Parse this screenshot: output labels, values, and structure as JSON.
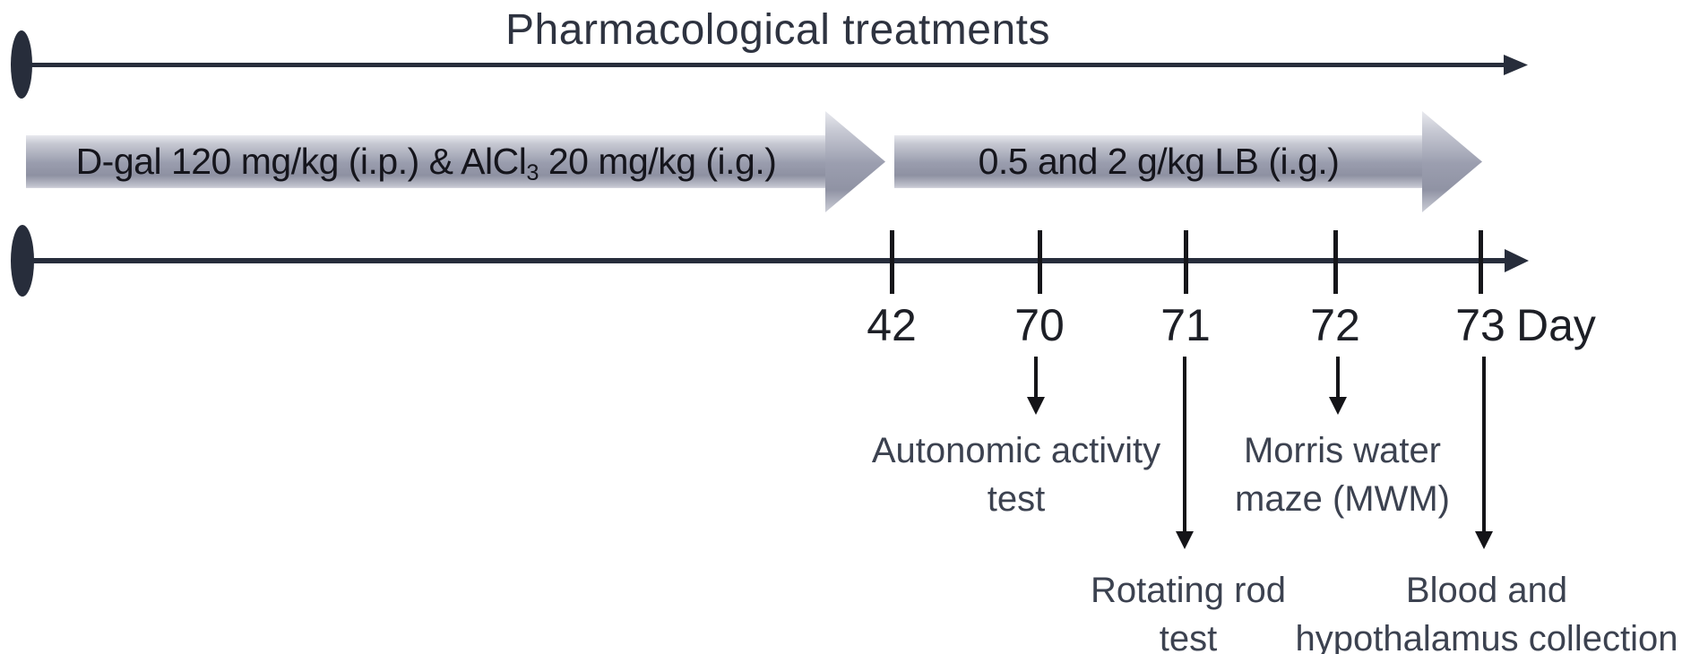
{
  "title": "Pharmacological treatments",
  "colors": {
    "dark_navy": "#272d3b",
    "black": "#141418",
    "band_mid_gray": "#9a9dae",
    "event_text_gray": "#3c4250"
  },
  "treatments": [
    {
      "label_pre": "D-gal 120 mg/kg (i.p.) & AlCl",
      "label_sub": "3",
      "label_post": " 20 mg/kg (i.g.)"
    },
    {
      "label": "0.5 and 2 g/kg LB (i.g.)"
    }
  ],
  "timeline": {
    "unit_label": "Day",
    "days": [
      {
        "label": "42"
      },
      {
        "label": "70"
      },
      {
        "label": "71"
      },
      {
        "label": "72"
      },
      {
        "label": "73"
      }
    ]
  },
  "events": [
    {
      "day": "70",
      "line1": "Autonomic activity",
      "line2": "test"
    },
    {
      "day": "71",
      "line1": "Rotating rod",
      "line2": "test"
    },
    {
      "day": "72",
      "line1": "Morris water",
      "line2": "maze (MWM)"
    },
    {
      "day": "73",
      "line1": "Blood and",
      "line2": "hypothalamus collection"
    }
  ]
}
